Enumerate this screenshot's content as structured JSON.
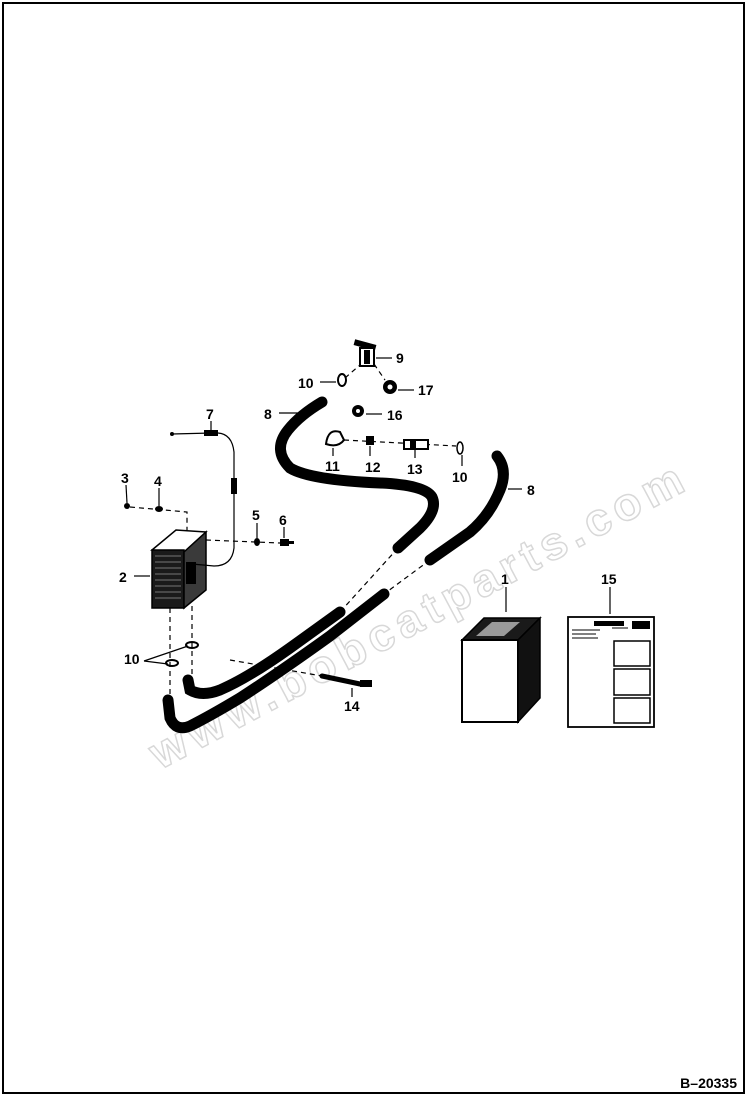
{
  "figure": {
    "reference": "B–20335",
    "watermark": "www.bobcatparts.com"
  },
  "callouts": [
    {
      "id": "c1",
      "label": "1"
    },
    {
      "id": "c2",
      "label": "2"
    },
    {
      "id": "c3",
      "label": "3"
    },
    {
      "id": "c4",
      "label": "4"
    },
    {
      "id": "c5",
      "label": "5"
    },
    {
      "id": "c6",
      "label": "6"
    },
    {
      "id": "c7",
      "label": "7"
    },
    {
      "id": "c8a",
      "label": "8"
    },
    {
      "id": "c8b",
      "label": "8"
    },
    {
      "id": "c9",
      "label": "9"
    },
    {
      "id": "c10a",
      "label": "10"
    },
    {
      "id": "c10b",
      "label": "10"
    },
    {
      "id": "c10c",
      "label": "10"
    },
    {
      "id": "c11",
      "label": "11"
    },
    {
      "id": "c12",
      "label": "12"
    },
    {
      "id": "c13",
      "label": "13"
    },
    {
      "id": "c14",
      "label": "14"
    },
    {
      "id": "c15",
      "label": "15"
    },
    {
      "id": "c16",
      "label": "16"
    },
    {
      "id": "c17",
      "label": "17"
    }
  ]
}
